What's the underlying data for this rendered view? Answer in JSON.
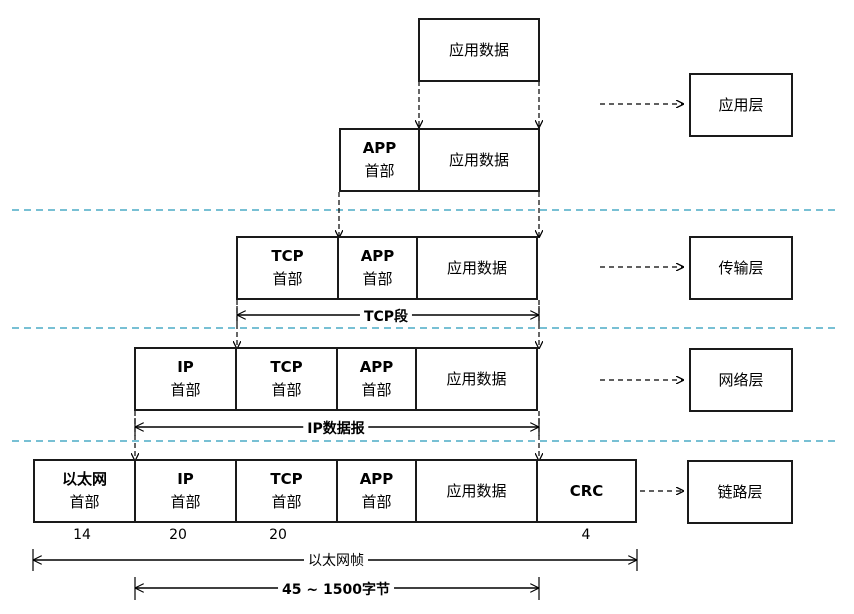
{
  "rows": {
    "app": {
      "app_data": "应用数据"
    },
    "app_hdr": {
      "app_hdr_l1": "APP",
      "app_hdr_l2": "首部",
      "app_data": "应用数据"
    },
    "tcp": {
      "tcp_l1": "TCP",
      "tcp_l2": "首部",
      "app_l1": "APP",
      "app_l2": "首部",
      "app_data": "应用数据",
      "span_label": "TCP段"
    },
    "ip": {
      "ip_l1": "IP",
      "ip_l2": "首部",
      "tcp_l1": "TCP",
      "tcp_l2": "首部",
      "app_l1": "APP",
      "app_l2": "首部",
      "app_data": "应用数据",
      "span_label": "IP数据报"
    },
    "eth": {
      "eth_l1": "以太网",
      "eth_l2": "首部",
      "ip_l1": "IP",
      "ip_l2": "首部",
      "tcp_l1": "TCP",
      "tcp_l2": "首部",
      "app_l1": "APP",
      "app_l2": "首部",
      "app_data": "应用数据",
      "crc": "CRC"
    }
  },
  "layers": {
    "application": "应用层",
    "transport": "传输层",
    "network": "网络层",
    "link": "链路层"
  },
  "sizes": {
    "eth": "14",
    "ip": "20",
    "tcp": "20",
    "crc": "4"
  },
  "frame_label": "以太网帧",
  "payload_label": "45 ~ 1500字节",
  "colors": {
    "border": "#1a1a1a",
    "separator": "#4bacc6"
  }
}
